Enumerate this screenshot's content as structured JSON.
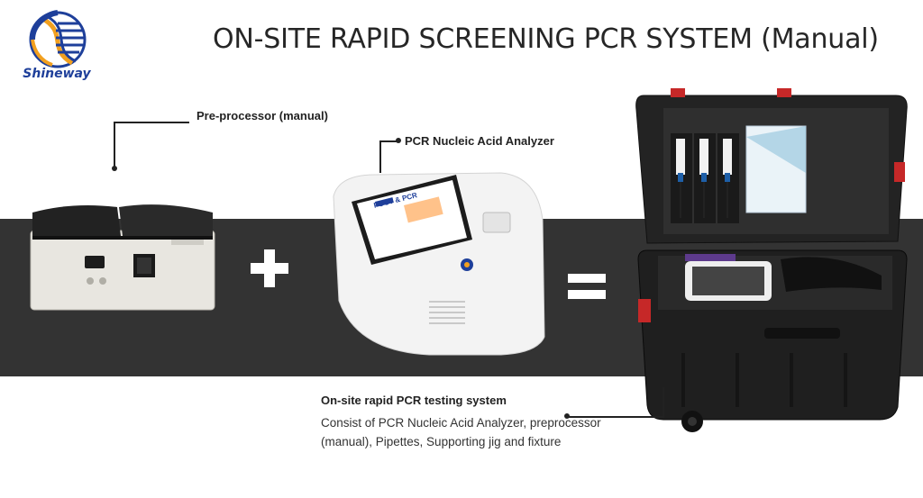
{
  "brand": {
    "name": "Shineway"
  },
  "title": "ON-SITE RAPID SCREENING PCR SYSTEM (Manual)",
  "labels": {
    "preprocessor": "Pre-processor  (manual)",
    "analyzer": "PCR Nucleic Acid Analyzer"
  },
  "screen_text": "POCT & PCR",
  "system": {
    "title": "On-site rapid PCR testing system",
    "description": "Consist of PCR Nucleic Acid Analyzer, preprocessor (manual), Pipettes, Supporting jig and fixture"
  },
  "colors": {
    "band": "#333333",
    "brand_blue": "#1e3f9a",
    "brand_orange": "#f2a01f"
  }
}
